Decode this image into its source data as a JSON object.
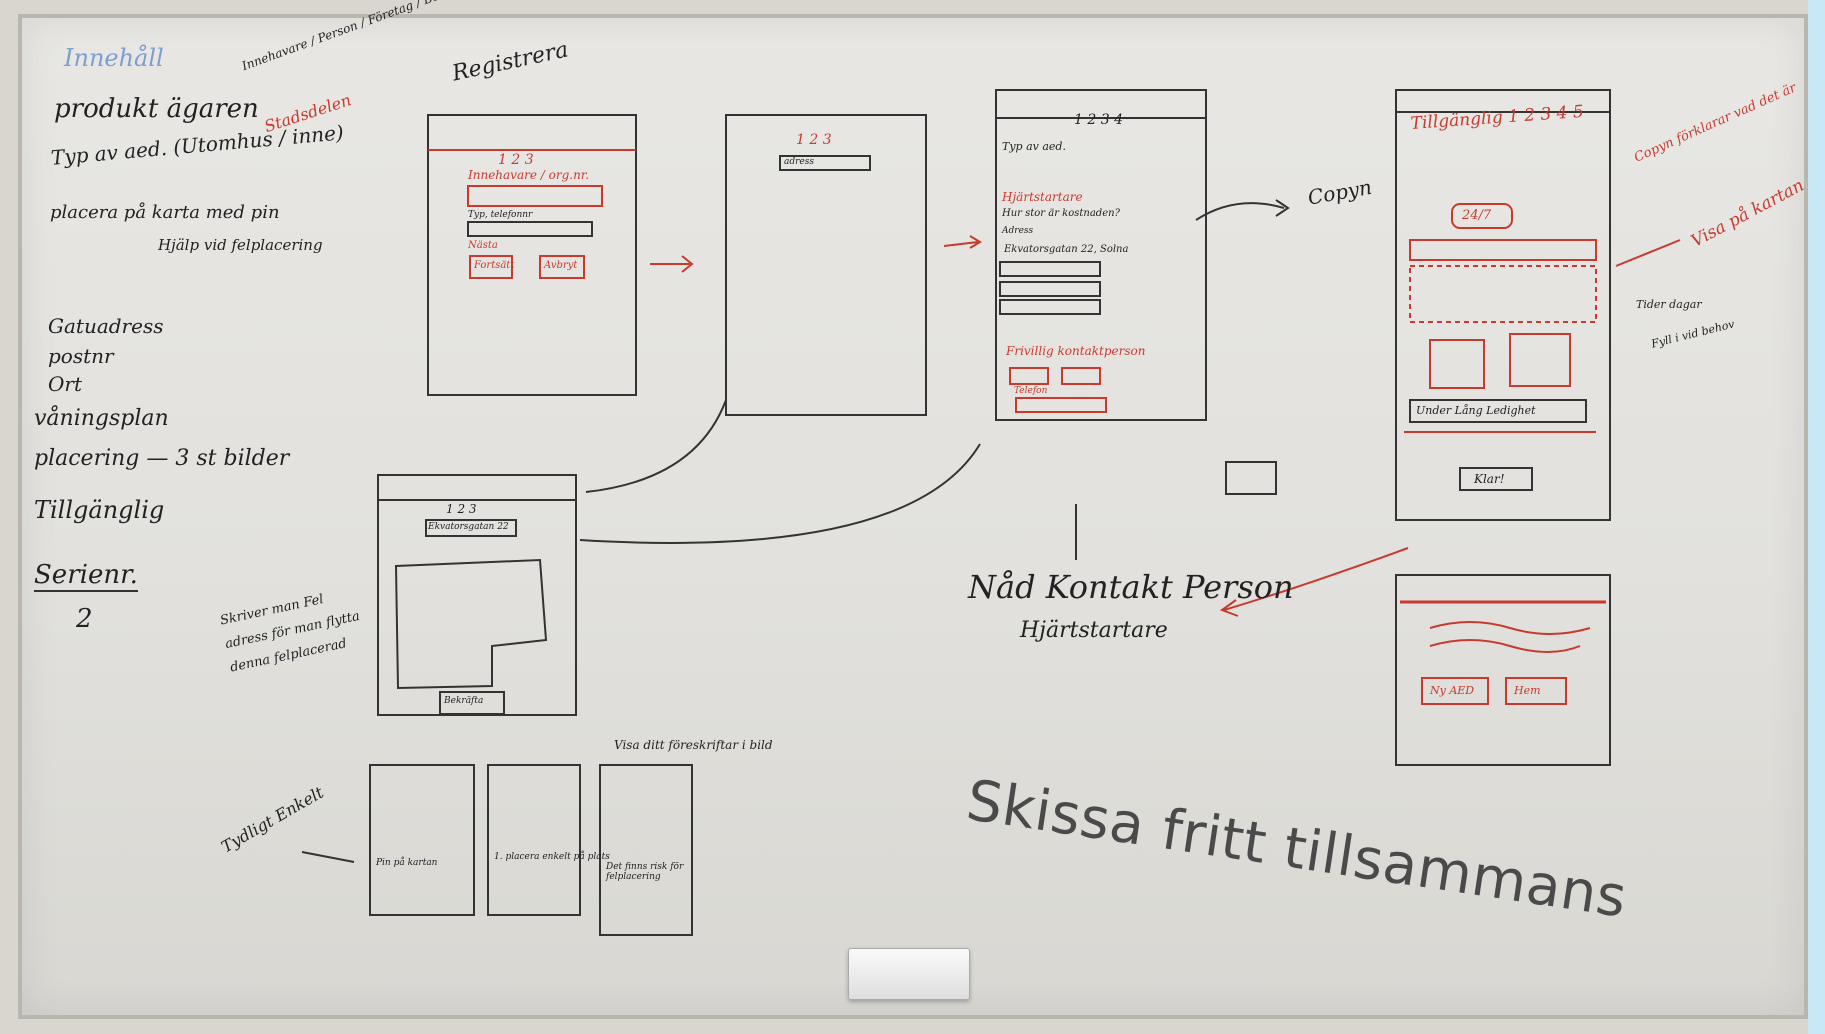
{
  "whiteboard": {
    "caption": "Skissa fritt tillsammans",
    "left_notes": {
      "heading": "Innehåll",
      "item1": "produkt ägaren",
      "item1_note": "Innehavare / Person / Företag / Bostads förening",
      "item1_red": "Stadsdelen",
      "item2": "Typ av aed. (Utomhus / inne)",
      "item3": "placera på karta med pin",
      "item3_sub": "Hjälp vid felplacering",
      "item4": "Gatuadress",
      "item5": "postnr",
      "item6": "Ort",
      "item7": "våningsplan",
      "item8": "placering — 3 st bilder",
      "item9": "Tillgänglig",
      "item10": "Serienr.",
      "item10_sub": "2"
    },
    "screen1": {
      "label": "Registrera",
      "steps": "1 2 3",
      "field": "Innehavare / org.nr.",
      "hint": "Typ, telefonnr",
      "next": "Nästa",
      "btn1": "Fortsätt",
      "btn2": "Avbryt"
    },
    "screen2": {
      "steps": "1 2 3",
      "field": "adress"
    },
    "screen3": {
      "steps": "1 2 3 4",
      "type": "Typ av aed.",
      "hjartstartare": "Hjärtstartare",
      "question": "Hur stor är kostnaden?",
      "address_label": "Adress",
      "address": "Ekvatorsgatan 22, Solna",
      "voluntary": "Frivillig kontaktperson",
      "phone": "Telefon"
    },
    "copy_label": "Copyn",
    "screen4": {
      "title": "Tillgänglig 1 2 3 4 5",
      "hours": "24/7",
      "note_right": "Copyn förklarar vad det är",
      "show_red": "Visa på kartan",
      "note2": "Tider dagar",
      "note3": "Fyll i vid behov",
      "btn": "Klar!",
      "bottom_field": "Under Lång Ledighet"
    },
    "screen5": {
      "btn1": "Ny AED",
      "btn2": "Hem"
    },
    "screen_map": {
      "steps": "1 2 3",
      "field": "Ekvatorsgatan 22",
      "hint": "Bekräfta"
    },
    "map_notes": "Skriver man Fel adress för man flytta denna felplacerad",
    "map_sub_label": "Tydligt Enkelt",
    "bottom_row": {
      "title": "Visa ditt föreskriftar i bild",
      "text1": "Pin på kartan",
      "text2": "1. placera enkelt på plats",
      "text3": "Det finns risk för felplacering"
    },
    "contact_label": "Nåd Kontakt Person",
    "contact_sub": "Hjärtstartare"
  }
}
